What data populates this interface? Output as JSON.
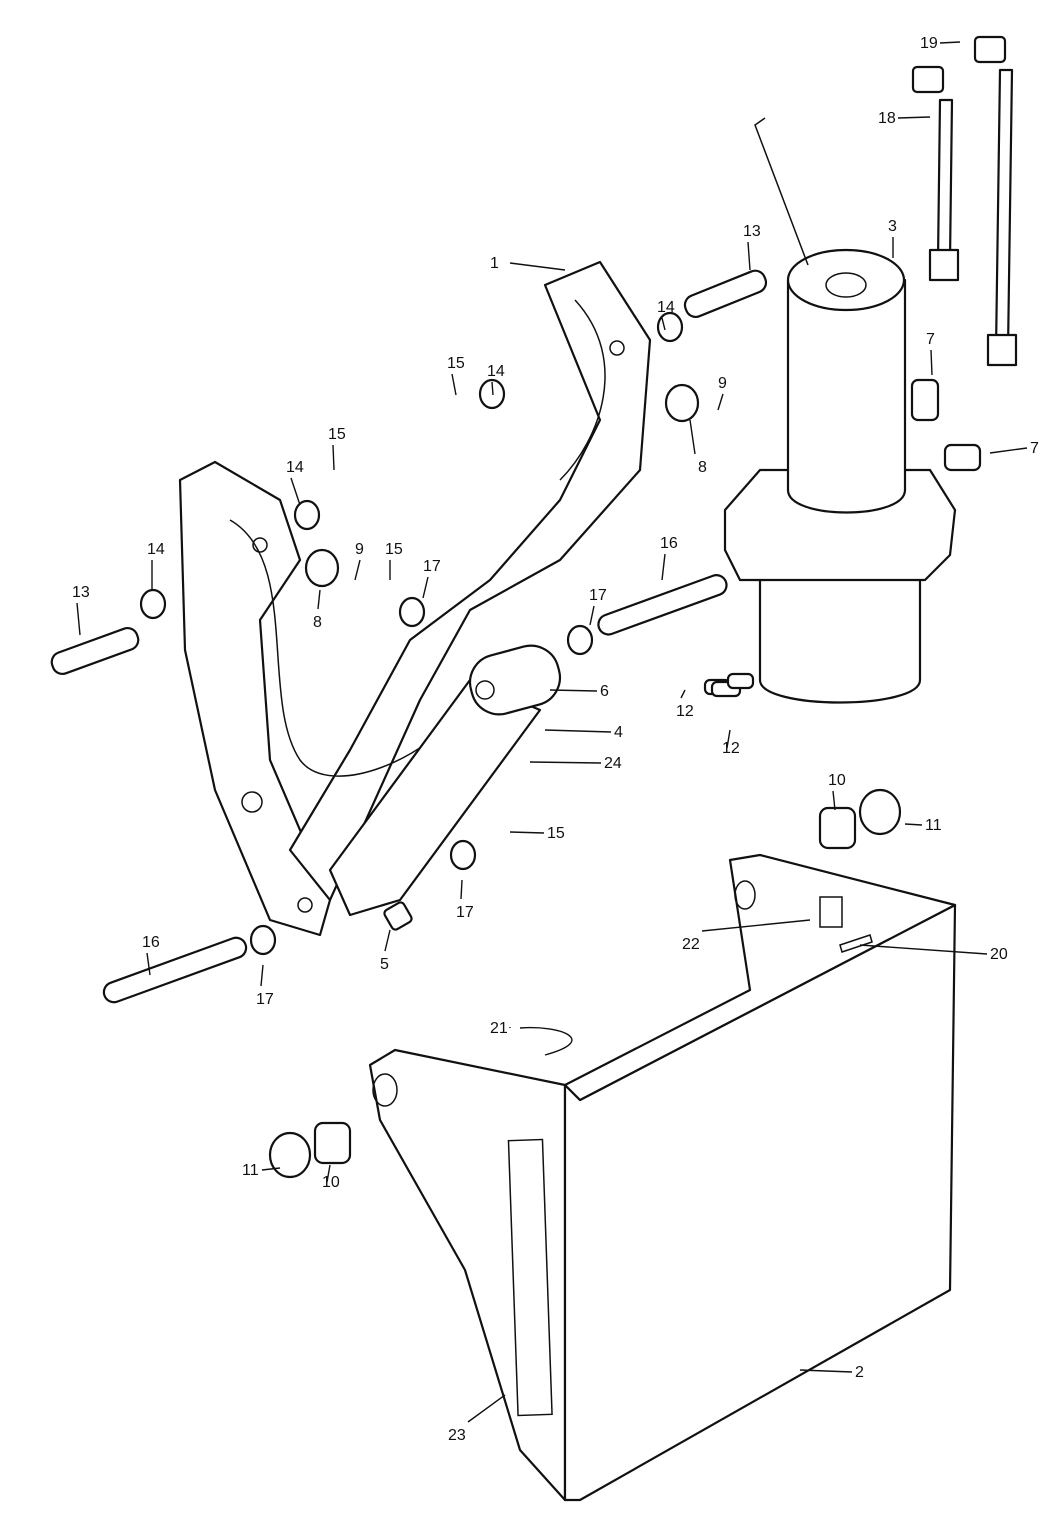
{
  "diagram": {
    "type": "exploded-parts-view",
    "callouts": [
      "19",
      "18",
      "3",
      "13",
      "1",
      "14",
      "7",
      "15",
      "14",
      "9",
      "7",
      "8",
      "15",
      "14",
      "14",
      "9",
      "15",
      "17",
      "16",
      "17",
      "13",
      "8",
      "6",
      "12",
      "4",
      "24",
      "12",
      "10",
      "11",
      "15",
      "17",
      "22",
      "20",
      "5",
      "16",
      "17",
      "21",
      "11",
      "10",
      "2",
      "23"
    ]
  }
}
